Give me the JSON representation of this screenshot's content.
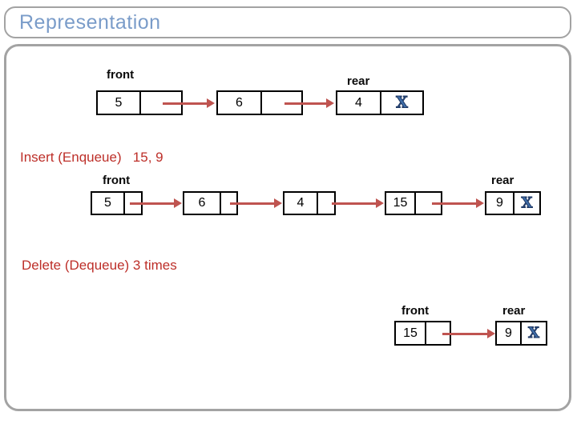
{
  "title": "Representation",
  "labels": {
    "front": "front",
    "rear": "rear"
  },
  "operations": {
    "insert": "Insert (Enqueue)   15, 9",
    "delete": "Delete (Dequeue) 3 times"
  },
  "icons": {
    "null_pointer": "X"
  },
  "colors": {
    "title_text": "#7a9cc9",
    "frame_border": "#a3a3a3",
    "arrow": "#bf5450",
    "operation_text": "#bd2f29",
    "null_x_fill": "#3e6da8",
    "null_x_outline": "#1f3864",
    "node_border": "#000000"
  },
  "diagrams": {
    "initial": {
      "description": "queue before operations",
      "nodes": [
        "5",
        "6",
        "4"
      ]
    },
    "after_insert": {
      "description": "queue after Insert (Enqueue) 15, 9",
      "nodes": [
        "5",
        "6",
        "4",
        "15",
        "9"
      ]
    },
    "after_delete": {
      "description": "queue after Delete (Dequeue) 3 times",
      "nodes": [
        "15",
        "9"
      ]
    }
  }
}
